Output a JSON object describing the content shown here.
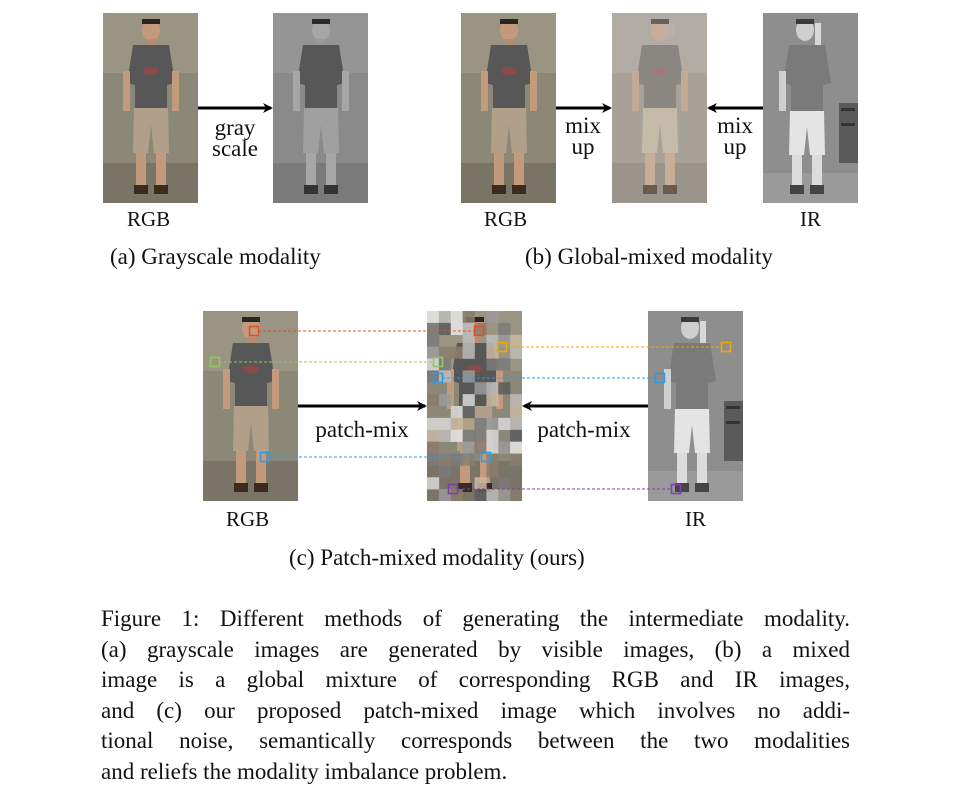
{
  "panel_a": {
    "arrow_label_line1": "gray",
    "arrow_label_line2": "scale",
    "left_label": "RGB",
    "caption": "(a) Grayscale modality"
  },
  "panel_b": {
    "left_arrow_line1": "mix",
    "left_arrow_line2": "up",
    "right_arrow_line1": "mix",
    "right_arrow_line2": "up",
    "left_label": "RGB",
    "right_label": "IR",
    "caption": "(b) Global-mixed modality"
  },
  "panel_c": {
    "left_arrow_label": "patch-mix",
    "right_arrow_label": "patch-mix",
    "left_label": "RGB",
    "right_label": "IR",
    "caption": "(c) Patch-mixed modality (ours)",
    "marker_colors": [
      "#e0502a",
      "#8fc862",
      "#2f9be0",
      "#2f9be0",
      "#7d3fae",
      "#f0a800"
    ]
  },
  "figure_caption": {
    "lines": [
      "Figure 1: Different methods of generating the intermediate modality.",
      "(a) grayscale images are generated by visible images, (b) a mixed",
      "image is a global mixture of corresponding RGB and IR images,",
      "and (c) our proposed patch-mixed image which involves no addi-",
      "tional noise, semantically corresponds between the two modalities",
      "and reliefs the modality imbalance problem."
    ]
  },
  "colors": {
    "rgb_shirt": "#5a5a5a",
    "rgb_shorts": "#a8977f",
    "rgb_background": "#8a8678",
    "ir_background": "#8c8c8c",
    "arrow": "#000000"
  }
}
